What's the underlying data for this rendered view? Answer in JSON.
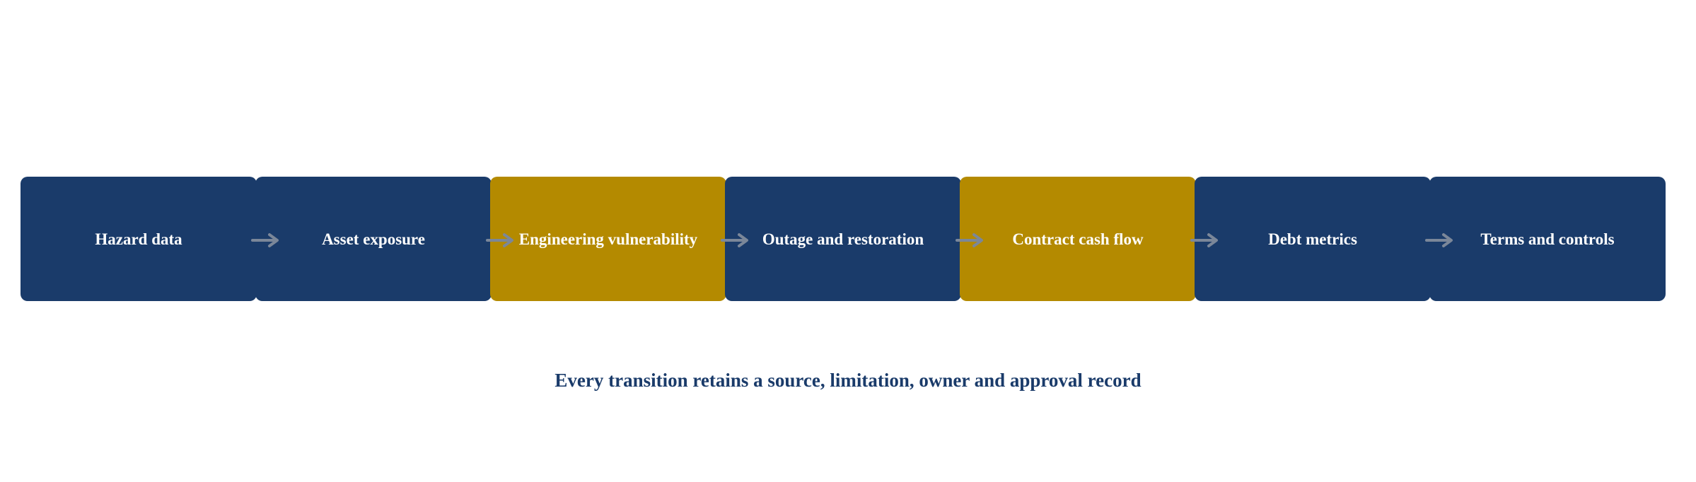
{
  "diagram": {
    "stages": [
      {
        "label": "Hazard data",
        "color": "#1a3b6a"
      },
      {
        "label": "Asset exposure",
        "color": "#1a3b6a"
      },
      {
        "label": "Engineering vulnerability",
        "color": "#b48a00"
      },
      {
        "label": "Outage and restoration",
        "color": "#1a3b6a"
      },
      {
        "label": "Contract cash flow",
        "color": "#b48a00"
      },
      {
        "label": "Debt metrics",
        "color": "#1a3b6a"
      },
      {
        "label": "Terms and controls",
        "color": "#1a3b6a"
      }
    ],
    "connector": {
      "icon": "arrow-right-icon",
      "color": "#7b8799"
    },
    "caption": "Every transition retains a source, limitation, owner and approval record"
  }
}
